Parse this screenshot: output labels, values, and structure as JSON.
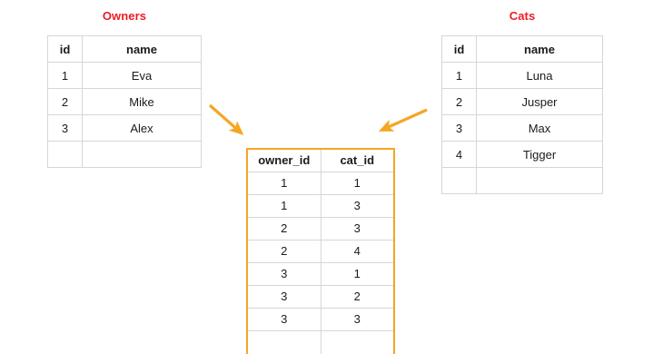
{
  "diagram": {
    "title_color": "#ed1c24",
    "accent_color": "#f5a623",
    "grid_color": "#d4d6d8"
  },
  "owners": {
    "title": "Owners",
    "columns": [
      "id",
      "name"
    ],
    "rows": [
      {
        "id": "1",
        "name": "Eva"
      },
      {
        "id": "2",
        "name": "Mike"
      },
      {
        "id": "3",
        "name": "Alex"
      }
    ],
    "has_trailing_empty_row": true
  },
  "cats": {
    "title": "Cats",
    "columns": [
      "id",
      "name"
    ],
    "rows": [
      {
        "id": "1",
        "name": "Luna"
      },
      {
        "id": "2",
        "name": "Jusper"
      },
      {
        "id": "3",
        "name": "Max"
      },
      {
        "id": "4",
        "name": "Tigger"
      }
    ],
    "has_trailing_empty_row": true
  },
  "junction": {
    "columns": [
      "owner_id",
      "cat_id"
    ],
    "rows": [
      {
        "owner_id": "1",
        "cat_id": "1"
      },
      {
        "owner_id": "1",
        "cat_id": "3"
      },
      {
        "owner_id": "2",
        "cat_id": "3"
      },
      {
        "owner_id": "2",
        "cat_id": "4"
      },
      {
        "owner_id": "3",
        "cat_id": "1"
      },
      {
        "owner_id": "3",
        "cat_id": "2"
      },
      {
        "owner_id": "3",
        "cat_id": "3"
      }
    ],
    "has_trailing_empty_row": true
  },
  "arrows": [
    {
      "name": "owners-to-junction",
      "from": "Owners",
      "to": "junction"
    },
    {
      "name": "cats-to-junction",
      "from": "Cats",
      "to": "junction"
    }
  ]
}
